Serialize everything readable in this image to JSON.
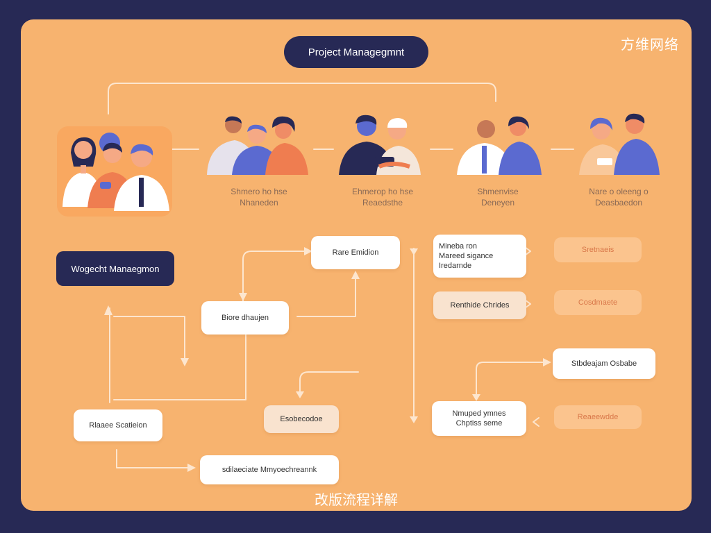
{
  "watermark": "方维网络",
  "title": "Project Managegmnt",
  "footer_caption": "改版流程详解",
  "teams": [
    {
      "line1": "Shmero ho hse",
      "line2": "Nhaneden"
    },
    {
      "line1": "Ehmerop ho hse",
      "line2": "Reaedsthe"
    },
    {
      "line1": "Shmenvise",
      "line2": "Deneyen"
    },
    {
      "line1": "Nare o oleeng o",
      "line2": "Deasbaedon"
    }
  ],
  "pm_label": "Wogecht Manaegmon",
  "nodes": {
    "research": "Rare Emidion",
    "design": "Biore dhaujen",
    "task_list": [
      "Mineba ron",
      "Mareed sigance",
      "Iredarnde"
    ],
    "review": "Renthide Chrides",
    "faint_top": "Sretnaeis",
    "faint_mid": "Cosdmaete",
    "main_solution": "Rlaaee Scatieion",
    "evaluate": "Esobecodoe",
    "schedule": "Stbdeajam Osbabe",
    "survey": [
      "Nmuped ymnes",
      "Chptiss seme"
    ],
    "faint_bottom": "Reaeewdde",
    "bottom_wide": "sdilaeciate Mmyoechreannk"
  },
  "colors": {
    "frame": "#272955",
    "panel": "#f7b36f",
    "connector": "#fde6cf"
  }
}
